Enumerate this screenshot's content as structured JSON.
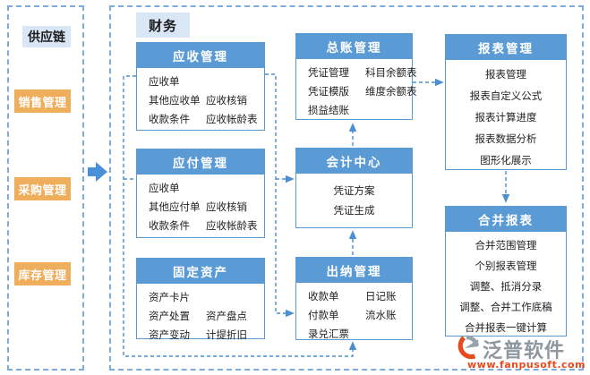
{
  "sidebar": {
    "title": "供应链",
    "items": [
      {
        "label": "销售管理"
      },
      {
        "label": "采购管理"
      },
      {
        "label": "库存管理"
      }
    ]
  },
  "main": {
    "tab": "财务"
  },
  "boxes": {
    "receivables": {
      "title": "应收管理",
      "rows": [
        {
          "c1": "应收单",
          "c2": ""
        },
        {
          "c1": "其他应收单",
          "c2": "应收核销"
        },
        {
          "c1": "收款条件",
          "c2": "应收帐龄表"
        }
      ]
    },
    "payables": {
      "title": "应付管理",
      "rows": [
        {
          "c1": "应收单",
          "c2": ""
        },
        {
          "c1": "其他应付单",
          "c2": "应收核销"
        },
        {
          "c1": "收款条件",
          "c2": "应收帐龄表"
        }
      ]
    },
    "fixed_assets": {
      "title": "固定资产",
      "rows": [
        {
          "c1": "资产卡片",
          "c2": ""
        },
        {
          "c1": "资产处置",
          "c2": "资产盘点"
        },
        {
          "c1": "资产变动",
          "c2": "计提折旧"
        }
      ]
    },
    "general_ledger": {
      "title": "总账管理",
      "rows": [
        {
          "c1": "凭证管理",
          "c2": "科目余额表"
        },
        {
          "c1": "凭证模版",
          "c2": "维度余额表"
        },
        {
          "c1": "损益结账",
          "c2": ""
        }
      ]
    },
    "accounting_center": {
      "title": "会计中心",
      "items": [
        "凭证方案",
        "凭证生成"
      ]
    },
    "cashier": {
      "title": "出纳管理",
      "rows": [
        {
          "c1": "收款单",
          "c2": "日记账"
        },
        {
          "c1": "付款单",
          "c2": "流水账"
        },
        {
          "c1": "录兑汇票",
          "c2": ""
        }
      ]
    },
    "reports": {
      "title": "报表管理",
      "items": [
        "报表管理",
        "报表自定义公式",
        "报表计算进度",
        "报表数据分析",
        "图形化展示"
      ]
    },
    "consolidated": {
      "title": "合并报表",
      "items": [
        "合并范围管理",
        "个别报表管理",
        "调整、抵消分录",
        "调整、合并工作底稿",
        "合并报表一键计算"
      ]
    }
  },
  "logo": {
    "name": "泛普软件",
    "url": "www.fanpusoft.com"
  },
  "colors": {
    "accent": "#5b9bd5",
    "connector": "#4a8fd4",
    "panel-border": "#7dabde",
    "tab-bg": "#d9e6f6",
    "orange": "#efae5c",
    "logo-gray": "#8e969e",
    "logo-red": "#e8491d"
  }
}
